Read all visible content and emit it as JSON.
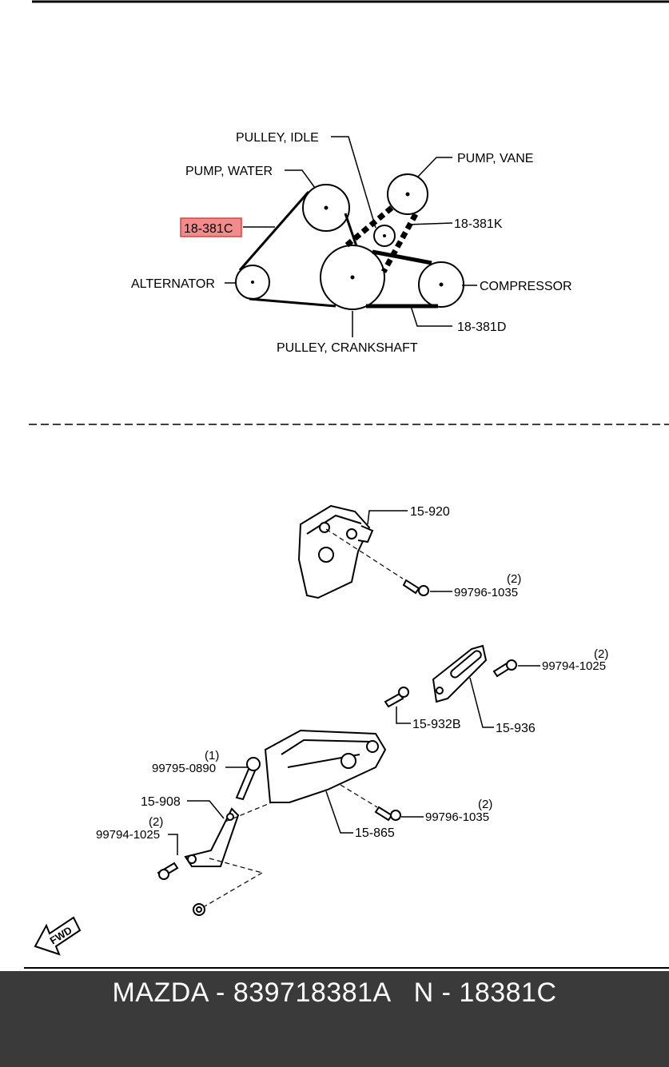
{
  "belt_diagram": {
    "labels": {
      "pulley_idle": "PULLEY, IDLE",
      "pump_water": "PUMP, WATER",
      "pump_vane": "PUMP, VANE",
      "alternator": "ALTERNATOR",
      "compressor": "COMPRESSOR",
      "pulley_crankshaft": "PULLEY, CRANKSHAFT",
      "belt_c": "18-381C",
      "belt_k": "18-381K",
      "belt_d": "18-381D"
    },
    "highlight_color": "#f28b8b",
    "highlight_border": "#d44545"
  },
  "bracket_diagram": {
    "labels": {
      "p15_920": "15-920",
      "b99796_top": "99796-1035",
      "b99796_top_qty": "(2)",
      "b99794_right": "99794-1025",
      "b99794_right_qty": "(2)",
      "p15_932b": "15-932B",
      "p15_936": "15-936",
      "b99795": "99795-0890",
      "b99795_qty": "(1)",
      "p15_908": "15-908",
      "b99794_left": "99794-1025",
      "b99794_left_qty": "(2)",
      "b99796_mid": "99796-1035",
      "b99796_mid_qty": "(2)",
      "p15_865": "15-865",
      "fwd": "FWD"
    }
  },
  "footer": {
    "text": "MAZDA - 839718381A   N - 18381C",
    "background": "#3a3a3a"
  }
}
